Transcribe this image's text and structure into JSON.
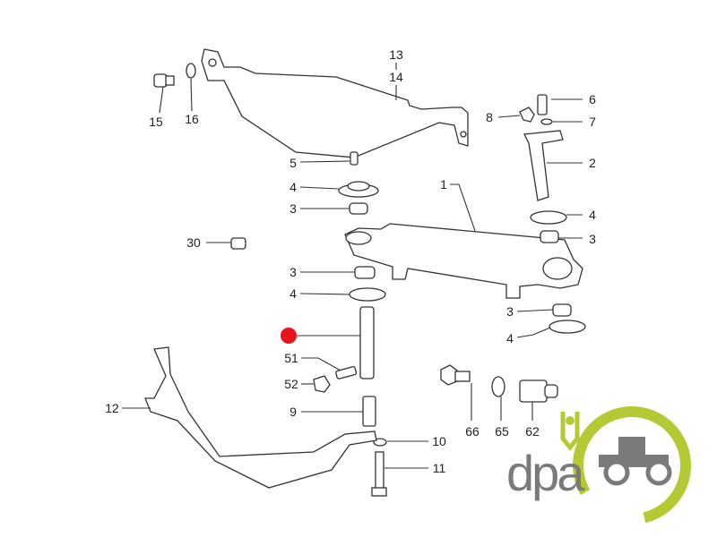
{
  "diagram": {
    "labels": [
      "13",
      "14",
      "15",
      "16",
      "6",
      "8",
      "7",
      "5",
      "2",
      "4",
      "1",
      "3",
      "4",
      "3",
      "30",
      "3",
      "4",
      "3",
      "4",
      "51",
      "52",
      "66",
      "65",
      "62",
      "12",
      "9",
      "10",
      "11"
    ],
    "highlight_color": "#e8141c"
  },
  "logo": {
    "text": "dpa",
    "text_color": "#7a7a7a",
    "accent_color": "#b5c935"
  }
}
